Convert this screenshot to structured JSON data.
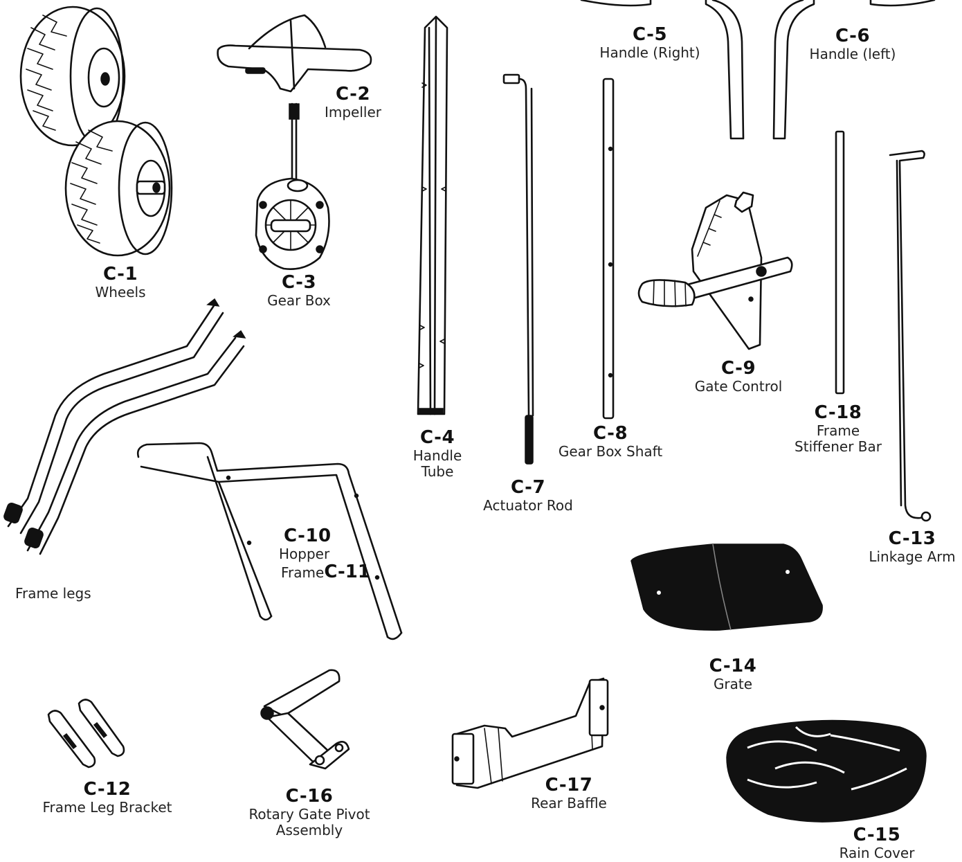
{
  "parts": [
    {
      "id": "c1",
      "code": "C-1",
      "name": "Wheels"
    },
    {
      "id": "c2",
      "code": "C-2",
      "name": "Impeller"
    },
    {
      "id": "c3",
      "code": "C-3",
      "name": "Gear Box"
    },
    {
      "id": "c4",
      "code": "C-4",
      "name": "Handle",
      "name2": "Tube"
    },
    {
      "id": "c5",
      "code": "C-5",
      "name": "Handle (Right)"
    },
    {
      "id": "c6",
      "code": "C-6",
      "name": "Handle (left)"
    },
    {
      "id": "c7",
      "code": "C-7",
      "name": "Actuator Rod"
    },
    {
      "id": "c8",
      "code": "C-8",
      "name": "Gear Box Shaft"
    },
    {
      "id": "c9",
      "code": "C-9",
      "name": "Gate Control"
    },
    {
      "id": "c10",
      "code": "C-10",
      "name": "Hopper",
      "name2": "Frame"
    },
    {
      "id": "c11",
      "code": "C-11",
      "name": "Frame legs"
    },
    {
      "id": "c12",
      "code": "C-12",
      "name": "Frame Leg Bracket"
    },
    {
      "id": "c13",
      "code": "C-13",
      "name": "Linkage Arm"
    },
    {
      "id": "c14",
      "code": "C-14",
      "name": "Grate"
    },
    {
      "id": "c15",
      "code": "C-15",
      "name": "Rain Cover"
    },
    {
      "id": "c16",
      "code": "C-16",
      "name": "Rotary Gate Pivot",
      "name2": "Assembly"
    },
    {
      "id": "c17",
      "code": "C-17",
      "name": "Rear Baffle"
    },
    {
      "id": "c18",
      "code": "C-18",
      "name": "Frame",
      "name2": "Stiffener Bar"
    }
  ]
}
